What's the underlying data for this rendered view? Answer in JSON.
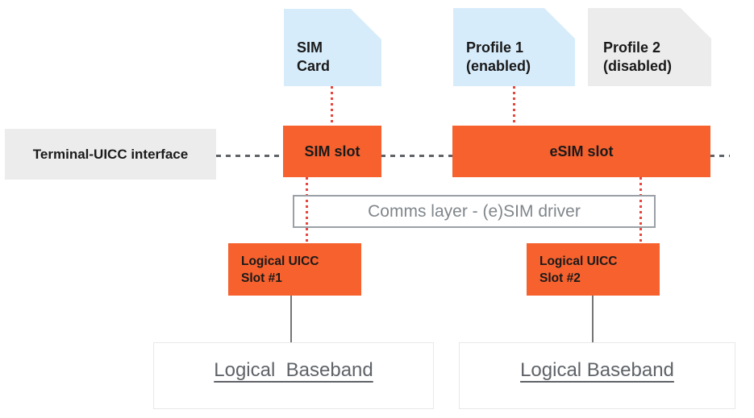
{
  "colors": {
    "orange": "#F6612E",
    "light_blue": "#D7ECFB",
    "light_gray": "#ECECEC",
    "dash_gray": "#5F6368",
    "red_dotted": "#E8453C",
    "connector_gray": "#757575",
    "comms_border": "#9AA0A6",
    "comms_text": "#80868B",
    "baseband_text": "#5F6368",
    "baseband_border": "#E8E8E8",
    "text_black": "#1A1A1A"
  },
  "cards": {
    "sim_card": {
      "line1": "SIM",
      "line2": "Card"
    },
    "profile1": {
      "line1": "Profile 1",
      "line2": "(enabled)"
    },
    "profile2": {
      "line1": "Profile 2",
      "line2": "(disabled)"
    }
  },
  "interface_label": "Terminal-UICC interface",
  "slots": {
    "sim_slot": "SIM slot",
    "esim_slot": "eSIM slot"
  },
  "comms_layer": "Comms layer - (e)SIM driver",
  "logical_slots": {
    "slot1": {
      "line1": "Logical UICC",
      "line2": "Slot #1"
    },
    "slot2": {
      "line1": "Logical UICC",
      "line2": "Slot #2"
    }
  },
  "basebands": {
    "baseband1": "Logical  Baseband",
    "baseband2": "Logical Baseband"
  }
}
